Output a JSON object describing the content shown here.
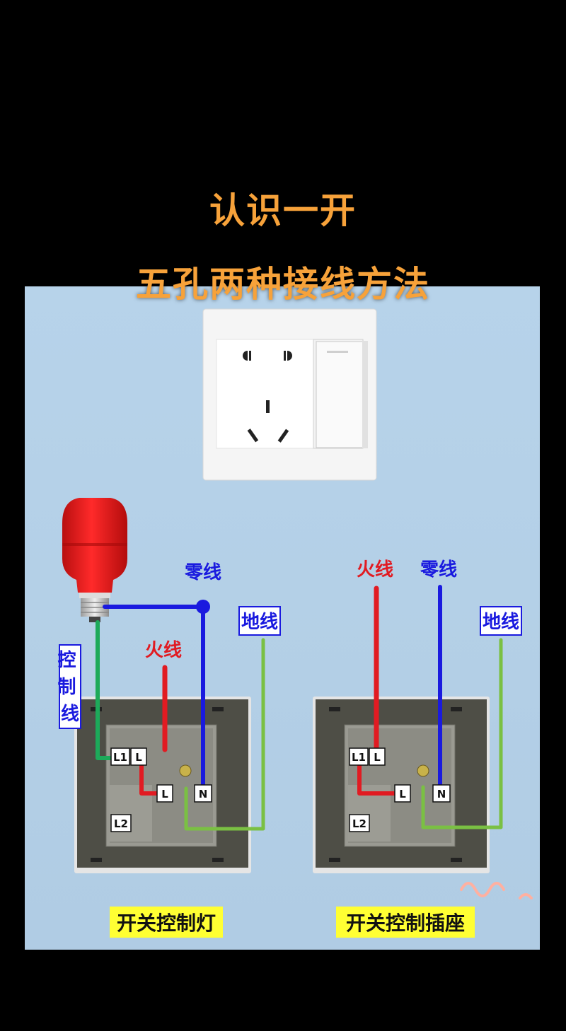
{
  "title": {
    "line1": "认识一开",
    "line2": "五孔两种接线方法"
  },
  "colors": {
    "title": "#f7a23a",
    "live": "#e11b22",
    "neutral": "#1a1adf",
    "ground": "#7ac043",
    "control": "#1daa5a",
    "caption_bg": "#ffff33"
  },
  "left_diagram": {
    "neutral_label": "零线",
    "ground_label": "地线",
    "live_label": "火线",
    "control_label": "控制线",
    "terminal_l1": "L1",
    "terminal_l_top": "L",
    "terminal_l": "L",
    "terminal_n": "N",
    "terminal_l2": "L2",
    "caption": "开关控制灯"
  },
  "right_diagram": {
    "live_label": "火线",
    "neutral_label": "零线",
    "ground_label": "地线",
    "terminal_l1": "L1",
    "terminal_l_top": "L",
    "terminal_l": "L",
    "terminal_n": "N",
    "terminal_l2": "L2",
    "caption": "开关控制插座"
  }
}
